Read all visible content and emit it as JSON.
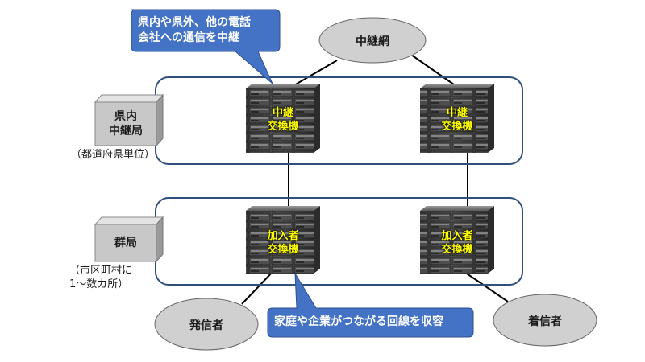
{
  "network": {
    "trunk_network": "中継網",
    "caller": "発信者",
    "callee": "着信者"
  },
  "levels": {
    "prefectural": {
      "name_line1": "県内",
      "name_line2": "中継局",
      "note": "（都道府県単位）"
    },
    "group": {
      "name": "群局",
      "note_line1": "（市区町村に",
      "note_line2": "1〜数カ所）"
    }
  },
  "switches": {
    "relay_line1": "中継",
    "relay_line2": "交換機",
    "subscriber_line1": "加入者",
    "subscriber_line2": "交換機"
  },
  "callouts": {
    "top_line1": "県内や県外、他の電話",
    "top_line2": "会社への通信を中継",
    "bottom": "家庭や企業がつながる回線を収容"
  },
  "colors": {
    "callout_fill": "#4472c4",
    "container_border": "#2f4f7f",
    "ellipse_fill": "#d0d0d0",
    "server_label": "#ffff00"
  }
}
